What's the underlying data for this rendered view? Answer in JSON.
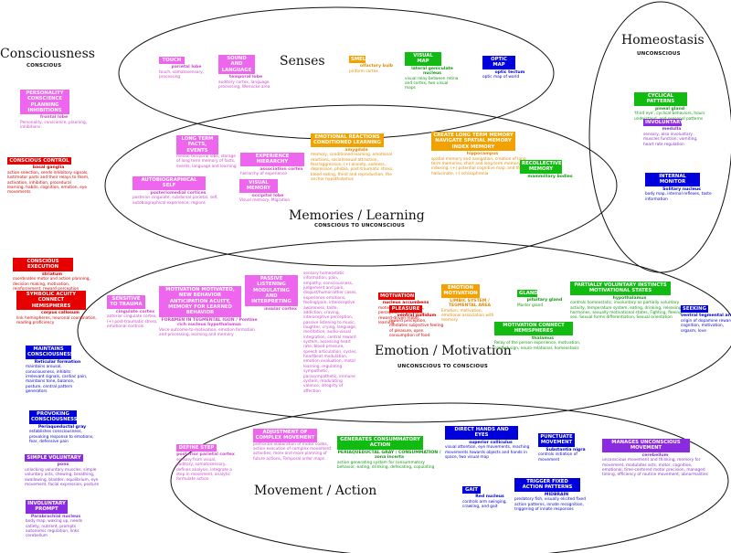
{
  "colors": {
    "pink": "#ee66ee",
    "red": "#e60000",
    "orange": "#f2a200",
    "green": "#11bb11",
    "blue": "#0000dd",
    "purple": "#8a2be2"
  },
  "headings": {
    "consciousness": {
      "title": "Consciousness",
      "subtitle": "CONSCIOUS"
    },
    "homeostasis": {
      "title": "Homeostasis",
      "subtitle": "UNCONSCIOUS"
    },
    "senses": {
      "title": "Senses"
    },
    "memories": {
      "title": "Memories / Learning",
      "subtitle": "CONSCIOUS TO UNCONSCIOUS"
    },
    "emotion": {
      "title": "Emotion / Motivation",
      "subtitle": "UNCONSCIOUS TO CONSCIOUS"
    },
    "movement": {
      "title": "Movement / Action"
    }
  },
  "nodes": [
    {
      "id": "personality",
      "box": "PERSONALITY CONSCIENCE PLANNING INHIBITIONS",
      "color": "pink",
      "label": "frontal lobe",
      "desc": "Personality, conscience, planning, inhibitions"
    },
    {
      "id": "conscious-control",
      "box": "CONSCIOUS CONTROL",
      "color": "red",
      "label": "basal ganglia",
      "desc": "action selection, sends inhibitory signals, lust/motor parts and their relays to them, activation, inhibition, procedural learning, habits, cognition, emotion, eye movements"
    },
    {
      "id": "conscious-execution",
      "box": "CONSCIOUS EXECUTION",
      "color": "red",
      "label": "striatum",
      "desc": "coordinates motor and action planning, decision making, motivation, reinforcement, reward perception"
    },
    {
      "id": "symbolic",
      "box": "SYMBOLIC ACUITY CONNECT HEMISPHERES",
      "color": "red",
      "label": "corpus callosum",
      "desc": "link hemispheres, neuronal coordination, reading proficiency"
    },
    {
      "id": "maintains",
      "box": "MAINTAINS CONSCIOUSNESS",
      "color": "blue",
      "label": "Reticular formation",
      "desc": "maintains arousal, consciousness, inhibits irrelevant signals, cardiac pain, maintains tone, balance, posture, central pattern generators"
    },
    {
      "id": "provoking",
      "box": "PROVOKING CONSCIOUSNESS",
      "color": "blue",
      "label": "Periaqueductal gray",
      "desc": "establishes consciousness, provoking response to emotions, fear, defensive pain"
    },
    {
      "id": "simple-voluntary",
      "box": "SIMPLE VOLUNTARY",
      "color": "purple",
      "label": "pons",
      "desc": "unlocking voluntary muscles, simple voluntary acts, chewing, breathing, swallowing, bladder, equilibrium, eye movement, facial expression, posture"
    },
    {
      "id": "involuntary",
      "box": "INVOLUNTARY PROMPT",
      "color": "purple",
      "label": "Parabrachial nucleus",
      "desc": "body map, waking up, needs satiety, nutrient, prompts autonomic regulation, links cerebellum"
    },
    {
      "id": "touch",
      "box": "TOUCH",
      "color": "pink",
      "label": "parietal lobe",
      "desc": "touch, somatosensory, processing"
    },
    {
      "id": "sound",
      "box": "SOUND AND LANGUAGE",
      "color": "pink",
      "label": "temporal lobe",
      "desc": "auditory cortex, language processing, Wernicke area"
    },
    {
      "id": "smell",
      "box": "SMELL",
      "color": "orange",
      "label": "olfactory bulb",
      "desc": "piriform cortex"
    },
    {
      "id": "visual-map",
      "box": "VISUAL MAP",
      "color": "green",
      "label": "lateral geniculate nucleus",
      "desc": "visual relay between retina and cortex, two visual maps"
    },
    {
      "id": "optic-map",
      "box": "OPTIC MAP",
      "color": "blue",
      "label": "optic tectum",
      "desc": "optic map of world"
    },
    {
      "id": "cyclical",
      "box": "CYCLICAL PATTERNS",
      "color": "green",
      "label": "pineal gland",
      "desc": "'third eye', cyclical behaviors, hours understand, and seasonal patterns"
    },
    {
      "id": "involuntary-hom",
      "box": "INVOLUNTARY",
      "color": "purple",
      "label": "medulla",
      "desc": "sensory, also involuntary muscles function, vomiting, heart rate regulation"
    },
    {
      "id": "internal-monitor",
      "box": "INTERNAL MONITOR",
      "color": "blue",
      "label": "Solitary nucleus",
      "desc": "body map, internal reflexes, taste information"
    },
    {
      "id": "long-term",
      "box": "LONG TERM FACTS, EVENTS",
      "color": "pink",
      "label": "",
      "desc": "medial temporal lobe, storage of long term memory of facts, events, language and learning"
    },
    {
      "id": "experience",
      "box": "EXPERIENCE HIERARCHY",
      "color": "pink",
      "label": "association cortex",
      "desc": "hierarchy of experience"
    },
    {
      "id": "autobio",
      "box": "AUTOBIOGRAPHICAL SELF",
      "color": "pink",
      "label": "posteriomedial cortices",
      "desc": "posterior cingulate, subdorsal parietal, self, autobiographical experience, regions"
    },
    {
      "id": "visual-memory",
      "box": "VISUAL MEMORY",
      "color": "pink",
      "label": "occipital lobe",
      "desc": "Visual memory, Migration"
    },
    {
      "id": "emotional-reactions",
      "box": "EMOTIONAL REACTIONS CONDITIONED LEARNING",
      "color": "orange",
      "label": "amygdala",
      "desc": "memory, conditioned learning, emotional reactions, social/sexual attraction, fear/aggression, (+) anxiety, sadness, depression, phobia, post-traumatic stress, blood eating, thirst and reproduction, the anchor hypothalamus"
    },
    {
      "id": "create-long-term",
      "box": "CREATE LONG TERM MEMORY NAVIGATE SPATIAL MEMORY INDEX MEMORY",
      "color": "orange",
      "label": "hippocampus",
      "desc": "spatial memory and navigation, creation of long term memories, short and long term memory indexing, (+) potential cognitive map, and the hallucinate, (-) schizophrenia"
    },
    {
      "id": "recollective",
      "box": "RECOLLECTIVE MEMORY",
      "color": "green",
      "label": "mammillary bodies",
      "desc": ""
    },
    {
      "id": "sensitive-trauma",
      "box": "SENSITIVE TO TRAUMA",
      "color": "pink",
      "label": "cingulate cortex",
      "desc": "anterior cingulate cortex, (+) post-traumatic stress, emotional controls"
    },
    {
      "id": "motivation-motivated",
      "box": "MOTIVATION MOTIVATED, NEW BEHAVIOR ANTICIPATION ACUITY, MEMORY FOR LEARNED BEHAVIOR",
      "color": "pink",
      "label": "FORAMEN IN TEGMENTAL IGON / Pontine rich nucleus hypothalamus",
      "desc": "Voice outcome-to-motivation, emotion formation and processing, learning and memory"
    },
    {
      "id": "passive",
      "box": "PASSIVE LISTENING MODULATING AND INTERPRETING",
      "color": "pink",
      "label": "insular cortex",
      "desc": ""
    },
    {
      "id": "insular-desc",
      "box": "",
      "color": "pink",
      "label": "",
      "desc": "sensory homeostatic information, pain, empathy, consciousness, judgement and pain, disgust/humor/other cases, experience emotions, feeling/pain, interoceptive awareness, taste, addiction, craving, interoceptive perception, passive listening to music, laughter, crying, language, meditation, audio-visual integration, central reward system, assessing heart rate, blood pressure, speech articulation, cycles, heartbeat modulation, emotion evaluation, motor learning, regulating sympathetic, parasympathetic, immune system, modulating valence, integrity of affection"
    },
    {
      "id": "motivation-red",
      "box": "MOTIVATION",
      "color": "red",
      "label": "nucleus accumbens",
      "desc": "motivation for rewards, perception of pleasure, reward-driven motor learning"
    },
    {
      "id": "pleasure",
      "box": "PLEASURE",
      "color": "red",
      "label": "ventral pallidum",
      "desc": "reward perception, mediates subjective feeling of pleasure, open consumption of food"
    },
    {
      "id": "emotion-motivation",
      "box": "EMOTION MOTIVATION",
      "color": "orange",
      "label": "LIMBIC SYSTEM / TEGMENTAL AREA",
      "desc": "Emotion, motivation, emotional association with memory"
    },
    {
      "id": "gland",
      "box": "GLAND",
      "color": "green",
      "label": "pituitary gland",
      "desc": "Master gland"
    },
    {
      "id": "motivation-connect",
      "box": "MOTIVATION CONNECT HEMISPHERES",
      "color": "green",
      "label": "thalamus",
      "desc": "Relay of the person experience, motivation, conflict sign, neuro-relational, homeostasis"
    },
    {
      "id": "partially",
      "box": "PARTIALLY VOLUNTARY INSTINCTS MOTIVATIONAL STATES",
      "color": "green",
      "label": "hypothalamus",
      "desc": "controls homeostatic, involuntary as partially voluntary activity, temperature system, eating, drinking, releasing hormones, sexually motivational states, Fighting, fleeing, sex, Sexual forms differentiation, Sexual orientation"
    },
    {
      "id": "seeking",
      "box": "SEEKING",
      "color": "blue",
      "label": "ventral tegmental area",
      "desc": "origin of dopamine reward, cognition, motivation, orgasm, love"
    },
    {
      "id": "define-step",
      "box": "DEFINE STEP",
      "color": "pink",
      "label": "posterior parietal cortex",
      "desc": "sensory from visual, auditory, somatosensory, defines analysis, integrate a step in movement, analytic formulate action"
    },
    {
      "id": "adjustment",
      "box": "ADJUSTMENT OF COMPLEX MOVEMENT",
      "color": "pink",
      "label": "",
      "desc": "prefrontal elaboration of motor codes, action execution of complex movement activities, more and more planning of future actions, Temporal order maps"
    },
    {
      "id": "generates",
      "box": "GENERATES CONSUMMATORY ACTION",
      "color": "green",
      "label": "PERIAQUEDUCTAL GRAY / CONSUMMATION / zona incerta",
      "desc": "action generating system for consummatory behavior, eating, drinking, defecating, copulating"
    },
    {
      "id": "direct-hands",
      "box": "DIRECT HANDS AND EYES",
      "color": "blue",
      "label": "superior colliculus",
      "desc": "visual attention, eye movements, reaching movements towards objects and hands in space, two visual map"
    },
    {
      "id": "gait",
      "box": "GAIT",
      "color": "blue",
      "label": "Red nucleus",
      "desc": "controls arm swinging, crawling, and gait"
    },
    {
      "id": "punctuate",
      "box": "PUNCTUATE MOVEMENT",
      "color": "blue",
      "label": "Substantia nigra",
      "desc": "controls initiation of movement"
    },
    {
      "id": "trigger-fixed",
      "box": "TRIGGER FIXED ACTION PATTERNS",
      "color": "blue",
      "label": "MIDBRAIN",
      "desc": "predatory fish, visually elicited fixed action patterns, innate recognition, triggering of innate responses"
    },
    {
      "id": "manages",
      "box": "MANAGES UNCONSCIOUS MOVEMENT",
      "color": "purple",
      "label": "cerebellum",
      "desc": "unconscious movement and thinking, memory for movement, modulates acts, motor, cognitive, emotional, time-centered motor precision, managed timing, efficiency of routine movement, abnormalities"
    }
  ]
}
